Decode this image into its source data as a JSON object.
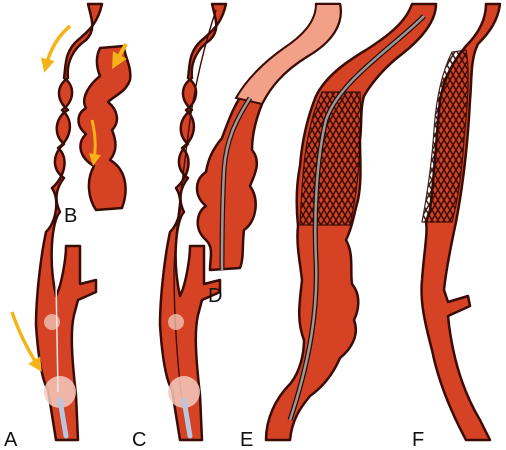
{
  "colors": {
    "vessel_fill": "#d64224",
    "vessel_outline": "#3a0c05",
    "graft_tip": "#f2a088",
    "flow_arrow": "#f6b318",
    "guidewire": "#6c6c6c",
    "balloon": "#f3c9bd",
    "stent_mesh": "#2a0a04",
    "catheter": "#b9c6e0"
  },
  "icons": [
    "flow-arrow-icon",
    "balloon-icon",
    "guidewire-icon",
    "stent-graft-icon",
    "stent-icon"
  ],
  "panels": [
    {
      "id": "A",
      "label": "A"
    },
    {
      "id": "B",
      "label": "B"
    },
    {
      "id": "C",
      "label": "C"
    },
    {
      "id": "D",
      "label": "D"
    },
    {
      "id": "E",
      "label": "E"
    },
    {
      "id": "F",
      "label": "F"
    }
  ]
}
